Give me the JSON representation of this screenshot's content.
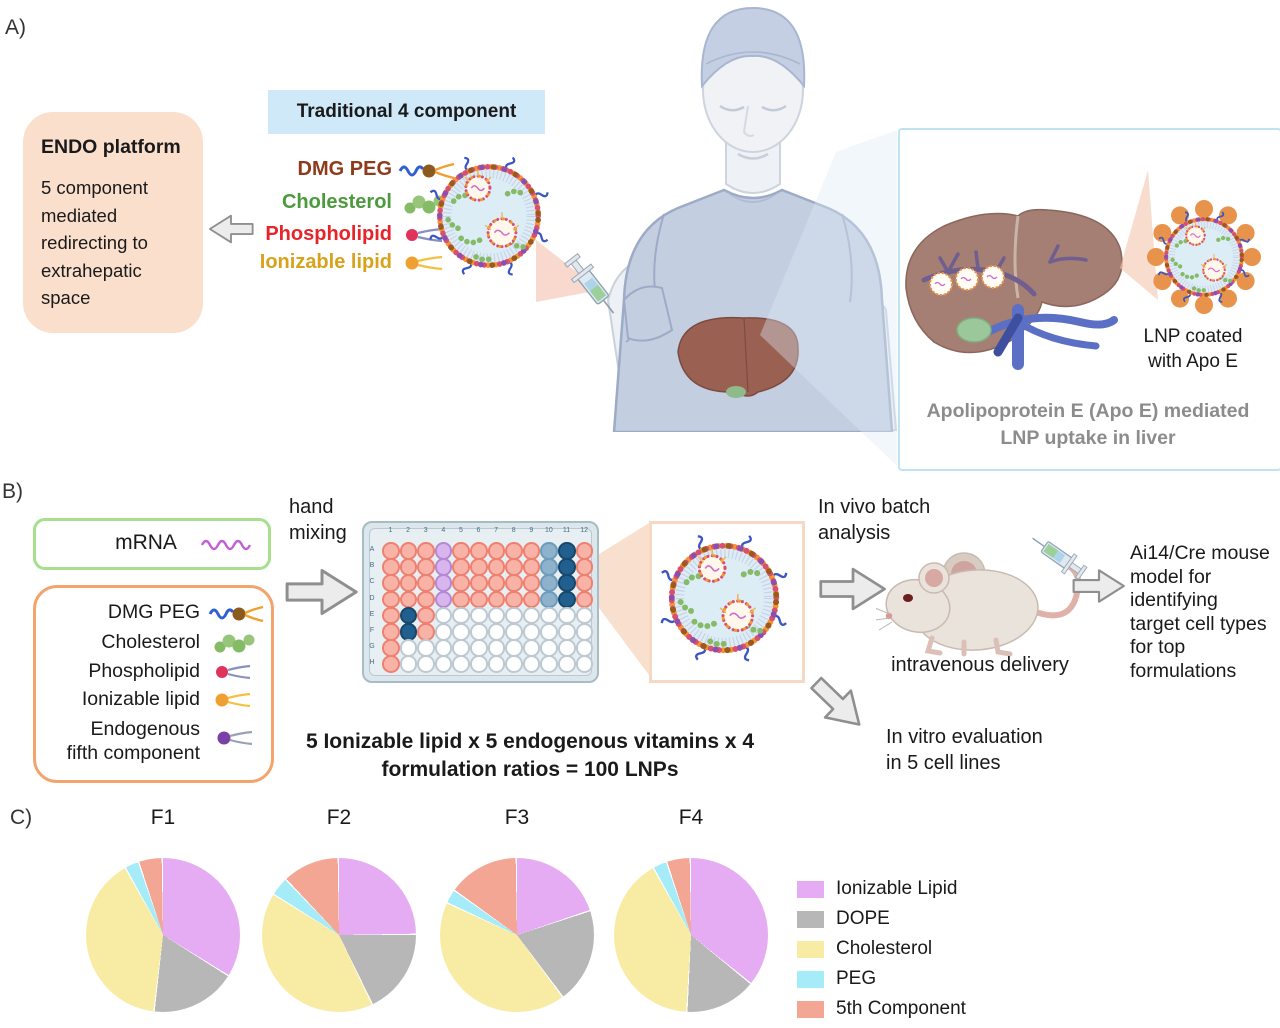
{
  "panelA": {
    "label": "A)",
    "endo_box": {
      "title": "ENDO platform",
      "body": "5 component mediated redirecting to extrahepatic space",
      "bg": "#fbdfcd"
    },
    "traditional_label": "Traditional 4 component",
    "traditional_bg": "#cfe9f8",
    "components": [
      {
        "label": "DMG PEG",
        "color": "#8e3b1c"
      },
      {
        "label": "Cholesterol",
        "color": "#4c9a3d"
      },
      {
        "label": "Phospholipid",
        "color": "#e8242b"
      },
      {
        "label": "Ionizable lipid",
        "color": "#d9a21b"
      }
    ],
    "lnp_coated_caption": [
      "LNP coated",
      "with Apo E"
    ],
    "apoe_caption": [
      "Apolipoprotein E (Apo E) mediated",
      "LNP uptake in liver"
    ]
  },
  "panelB": {
    "label": "B)",
    "mrna_label": "mRNA",
    "components": [
      "DMG PEG",
      "Cholesterol",
      "Phospholipid",
      "Ionizable lipid",
      "Endogenous",
      "fifth component"
    ],
    "hand_mixing": [
      "hand",
      "mixing"
    ],
    "plate": {
      "col_labels": [
        "1",
        "2",
        "3",
        "4",
        "5",
        "6",
        "7",
        "8",
        "9",
        "10",
        "11",
        "12"
      ],
      "row_labels": [
        "A",
        "B",
        "C",
        "D",
        "E",
        "F",
        "G",
        "H"
      ],
      "rows": [
        "ssspssssstds",
        "ssspssssstds",
        "ssspssssstds",
        "ssspssssstds",
        "sdswwwwwwwww",
        "sdswwwwwwwww",
        "swwwwwwwwwww",
        "swwwwwwwwwww"
      ],
      "well_colors": {
        "s": {
          "fill": "#f8b2a6",
          "ring": "#ee8071"
        },
        "p": {
          "fill": "#d9b5ed",
          "ring": "#b488d2"
        },
        "t": {
          "fill": "#8fb2cc",
          "ring": "#6e9abc"
        },
        "d": {
          "fill": "#205f8e",
          "ring": "#17486b"
        },
        "w": {
          "fill": "#ffffff",
          "ring": "#bcc9d2"
        }
      }
    },
    "formula": [
      "5 Ionizable lipid x 5 endogenous vitamins x 4",
      "formulation ratios = 100 LNPs"
    ],
    "in_vivo": [
      "In vivo batch",
      "analysis"
    ],
    "intravenous": "intravenous delivery",
    "ai14": [
      "Ai14/Cre mouse",
      "model for",
      "identifying",
      "target cell types",
      "for top",
      "formulations"
    ],
    "in_vitro": [
      "In vitro evaluation",
      "in 5 cell lines"
    ]
  },
  "panelC": {
    "label": "C)"
  },
  "chart_data": {
    "type": "pie",
    "categories": [
      "Ionizable Lipid",
      "DOPE",
      "Cholesterol",
      "PEG",
      "5th Component"
    ],
    "colors": [
      "#e5abf3",
      "#b7b7b7",
      "#f8eca5",
      "#a6ecf8",
      "#f2a693"
    ],
    "charts": [
      {
        "title": "F1",
        "values": [
          34,
          18,
          40,
          3,
          5
        ]
      },
      {
        "title": "F2",
        "values": [
          25,
          18,
          41,
          4,
          12
        ]
      },
      {
        "title": "F3",
        "values": [
          20,
          20,
          42,
          3,
          15
        ]
      },
      {
        "title": "F4",
        "values": [
          36,
          15,
          41,
          3,
          5
        ]
      }
    ],
    "legend_position": "right",
    "grid": false
  }
}
